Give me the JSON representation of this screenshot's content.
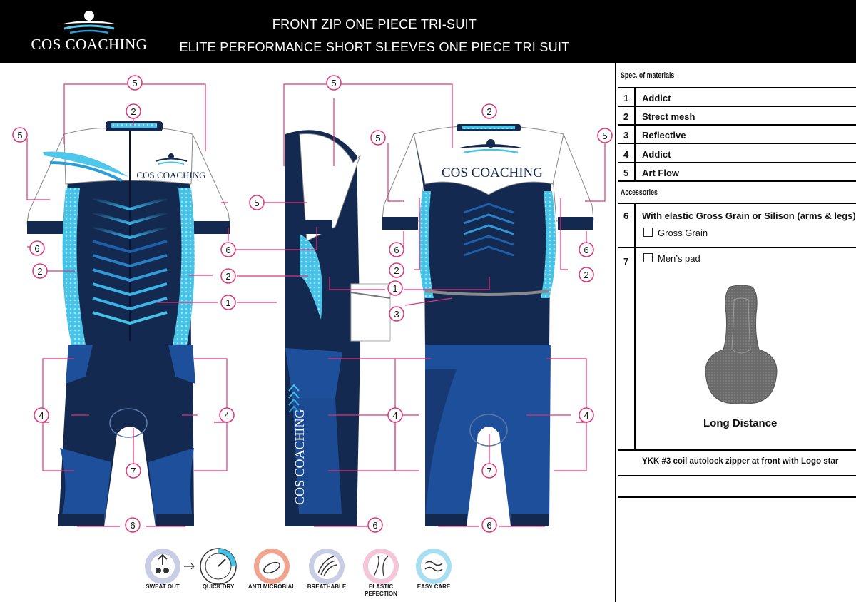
{
  "header": {
    "brand": "COS COACHING",
    "title_line1": "FRONT ZIP ONE PIECE TRI-SUIT",
    "title_line2": "ELITE PERFORMANCE SHORT SLEEVES ONE PIECE TRI SUIT"
  },
  "garment": {
    "chest_logo": "COS COACHING",
    "back_logo": "COS COACHING",
    "leg_logo": "COS COACHING"
  },
  "callouts": {
    "n1": "1",
    "n2": "2",
    "n3": "3",
    "n4": "4",
    "n5": "5",
    "n6": "6",
    "n7": "7"
  },
  "spec": {
    "materials_title": "Spec. of materials",
    "materials": [
      {
        "num": "1",
        "label": "Addict"
      },
      {
        "num": "2",
        "label": "Strect mesh"
      },
      {
        "num": "3",
        "label": "Reflective"
      },
      {
        "num": "4",
        "label": "Addict"
      },
      {
        "num": "5",
        "label": "Art Flow"
      }
    ],
    "accessories_title": "Accessories",
    "item6": {
      "num": "6",
      "label": "With elastic Gross Grain or Silison (arms & legs)",
      "option": "Gross Grain"
    },
    "item7": {
      "num": "7",
      "option": "Men’s pad",
      "pad_name": "Long Distance"
    },
    "zipper_note": "YKK #3 coil autolock  zipper at front with Logo star"
  },
  "features": [
    {
      "label": "SWEAT OUT",
      "icon": "sweat-out-icon"
    },
    {
      "label": "QUICK DRY",
      "icon": "quick-dry-icon"
    },
    {
      "label": "ANTI MICROBIAL",
      "icon": "anti-microbial-icon"
    },
    {
      "label": "BREATHABLE",
      "icon": "breathable-icon"
    },
    {
      "label": "ELASTIC PEFECTION",
      "icon": "elastic-icon"
    },
    {
      "label": "EASY CARE",
      "icon": "easy-care-icon"
    }
  ],
  "colors": {
    "navy": "#13294f",
    "mid_blue": "#1e4f9a",
    "mesh": "#45c2e6",
    "callout": "#e0337a"
  }
}
